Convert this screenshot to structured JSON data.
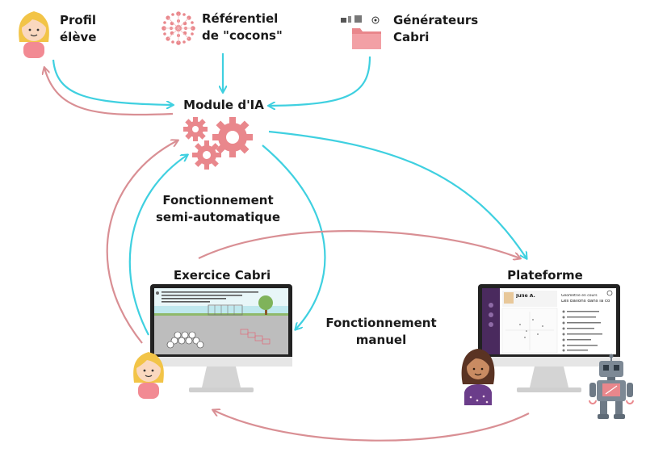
{
  "nodes": {
    "profil": {
      "line1": "Profil",
      "line2": "élève"
    },
    "referentiel": {
      "line1": "Référentiel",
      "line2": "de \"cocons\""
    },
    "generateurs": {
      "line1": "Générateurs",
      "line2": "Cabri"
    },
    "module": {
      "label": "Module d'IA"
    },
    "exercice": {
      "label": "Exercice Cabri"
    },
    "plateforme": {
      "label": "Plateforme"
    }
  },
  "modes": {
    "semi": {
      "line1": "Fonctionnement",
      "line2": "semi-automatique"
    },
    "manuel": {
      "line1": "Fonctionnement",
      "line2": "manuel"
    }
  },
  "platform_screen": {
    "student_name": "Julie A.",
    "panel_title_1": "Géométrie en cours",
    "panel_title_2": "Les ballons dans la cour"
  },
  "colors": {
    "cyan_arrow": "#3fd0e0",
    "pink_arrow": "#d98f94",
    "gear": "#e9878c",
    "monitor_bezel": "#222222"
  }
}
